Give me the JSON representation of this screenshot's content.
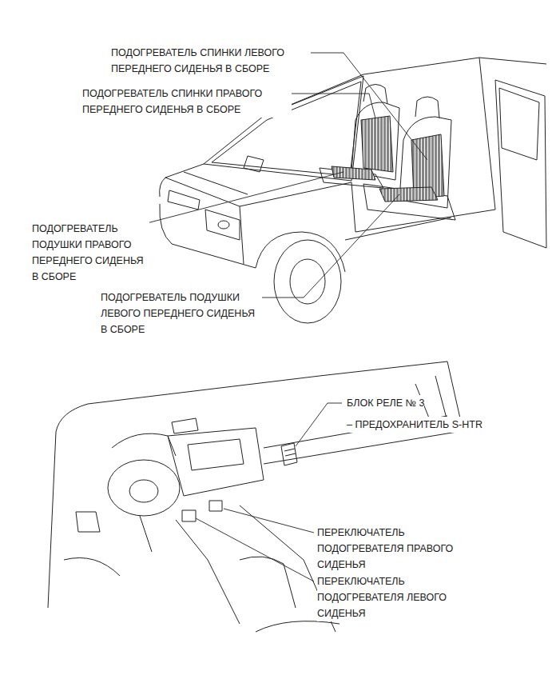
{
  "diagram": {
    "labels": [
      "ПОДОГРЕВАТЕЛЬ СПИНКИ ЛЕВОГО ПЕРЕДНЕГО СИДЕНЬЯ В СБОРЕ",
      "ПОДОГРЕВАТЕЛЬ СПИНКИ ПРАВОГО ПЕРЕДНЕГО СИДЕНЬЯ В СБОРЕ",
      "ПОДОГРЕВАТЕЛЬ ПОДУШКИ ПРАВОГО ПЕРЕДНЕГО СИДЕНЬЯ В СБОРЕ",
      "ПОДОГРЕВАТЕЛЬ ПОДУШКИ ЛЕВОГО ПЕРЕДНЕГО СИДЕНЬЯ В СБОРЕ",
      "БЛОК РЕЛЕ № 3",
      "– ПРЕДОХРАНИТЕЛЬ S-HTR",
      "ПЕРЕКЛЮЧАТЕЛЬ ПОДОГРЕВАТЕЛЯ ПРАВОГО СИДЕНЬЯ",
      "ПЕРЕКЛЮЧАТЕЛЬ ПОДОГРЕВАТЕЛЯ ЛЕВОГО СИДЕНЬЯ"
    ]
  }
}
